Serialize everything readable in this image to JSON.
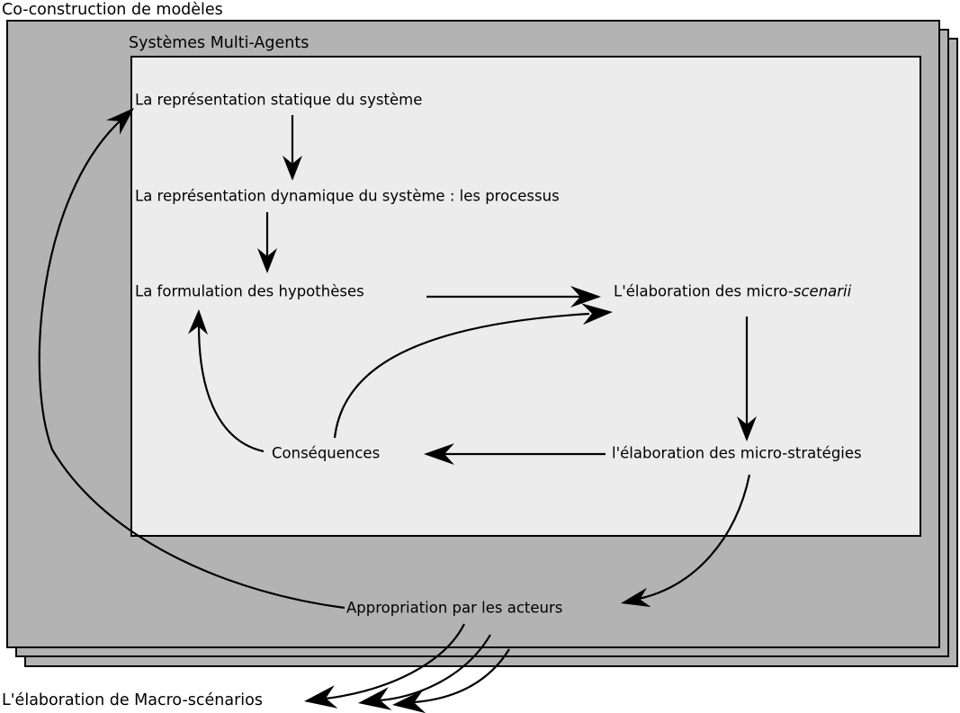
{
  "title": "Co-construction de modèles",
  "frame_label": "Systèmes Multi-Agents",
  "nodes": {
    "static_representation": "La représentation statique du système",
    "dynamic_representation": "La représentation dynamique du système : les processus",
    "hypotheses": "La formulation des hypothèses",
    "micro_scenarii_prefix": "L'élaboration des micro-",
    "micro_scenarii_italic": "scenarii",
    "consequences": "Conséquences",
    "micro_strategies": "l'élaboration des micro-stratégies",
    "appropriation": "Appropriation par les acteurs",
    "macro_scenarios": "L'élaboration de Macro-scénarios"
  },
  "edges": [
    {
      "id": "static-to-dynamic",
      "from": "static_representation",
      "to": "dynamic_representation"
    },
    {
      "id": "dynamic-to-hypotheses",
      "from": "dynamic_representation",
      "to": "hypotheses"
    },
    {
      "id": "hypotheses-to-scenarii",
      "from": "hypotheses",
      "to": "micro_scenarii"
    },
    {
      "id": "consequences-to-scenarii",
      "from": "consequences",
      "to": "micro_scenarii"
    },
    {
      "id": "scenarii-to-strategies",
      "from": "micro_scenarii",
      "to": "micro_strategies"
    },
    {
      "id": "strategies-to-consequences",
      "from": "micro_strategies",
      "to": "consequences"
    },
    {
      "id": "consequences-to-hypotheses",
      "from": "consequences",
      "to": "hypotheses"
    },
    {
      "id": "strategies-to-appropriation",
      "from": "micro_strategies",
      "to": "appropriation"
    },
    {
      "id": "appropriation-to-static",
      "from": "appropriation",
      "to": "static_representation"
    },
    {
      "id": "appropriation-to-macro-1",
      "from": "appropriation",
      "to": "macro_scenarios"
    },
    {
      "id": "appropriation-to-macro-2",
      "from": "appropriation",
      "to": "macro_scenarios"
    },
    {
      "id": "appropriation-to-macro-3",
      "from": "appropriation",
      "to": "macro_scenarios"
    }
  ],
  "colors": {
    "background": "#ffffff",
    "page_fill": "#b3b3b3",
    "inner_fill": "#ececec",
    "stroke": "#000000"
  }
}
